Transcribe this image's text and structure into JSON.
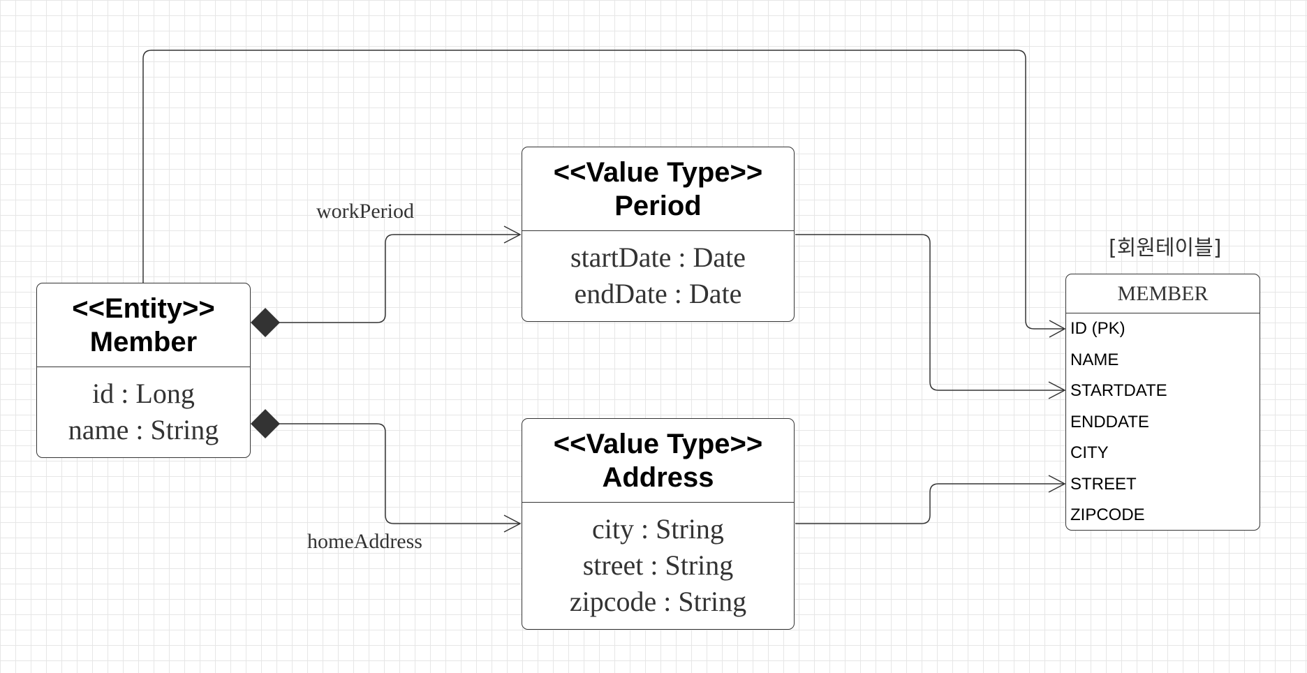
{
  "entity": {
    "stereotype": "<<Entity>>",
    "name": "Member",
    "attributes": [
      "id : Long",
      "name :  String"
    ]
  },
  "period": {
    "stereotype": "<<Value Type>>",
    "name": "Period",
    "attributes": [
      "startDate : Date",
      "endDate :  Date"
    ]
  },
  "address": {
    "stereotype": "<<Value Type>>",
    "name": "Address",
    "attributes": [
      "city : String",
      "street :  String",
      "zipcode : String"
    ]
  },
  "relations": {
    "work_period": "workPeriod",
    "home_address": "homeAddress"
  },
  "table": {
    "title": "[회원테이블]",
    "name": "MEMBER",
    "columns": [
      "ID (PK)",
      "NAME",
      "STARTDATE",
      "ENDDATE",
      "CITY",
      "STREET",
      "ZIPCODE"
    ]
  },
  "colors": {
    "line": "#333333",
    "grid": "#e6e6e6",
    "diamond": "#333333"
  }
}
